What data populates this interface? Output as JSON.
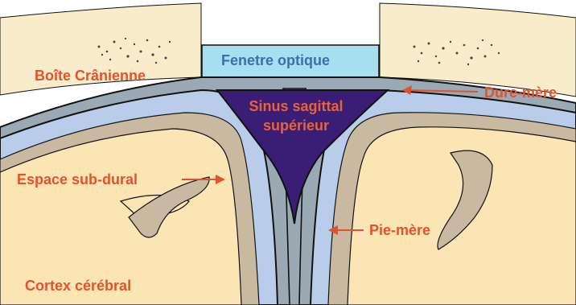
{
  "labels": {
    "skull": "Boîte Crânienne",
    "window": "Fenetre optique",
    "dura": "Dure-mère",
    "sinus_line1": "Sinus sagittal",
    "sinus_line2": "supérieur",
    "subdural": "Espace sub-dural",
    "pia": "Pie-mère",
    "cortex": "Cortex cérébral"
  },
  "colors": {
    "label_text": "#e0532c",
    "window_text": "#3a6fb0",
    "skull_bone": "#f8eccb",
    "optical_window": "#a8dff0",
    "dura": "#9aa9b3",
    "subarachnoid": "#b9cdea",
    "pia_gray": "#aeb8bd",
    "gray_matter": "#c9b9a1",
    "cortex": "#fbe5b4",
    "sinus": "#3a1d74",
    "arrow": "#e0532c",
    "outline": "#111111"
  }
}
